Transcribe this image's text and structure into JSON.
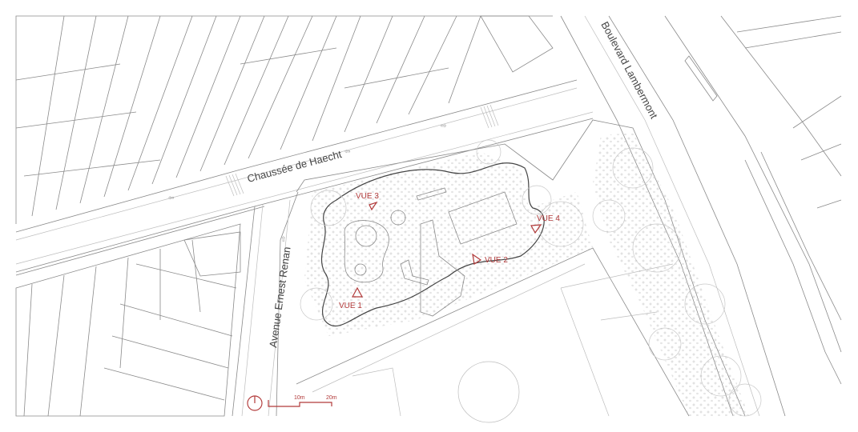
{
  "streets": {
    "chaussee": "Chaussée de Haecht",
    "avenue": "Avenue Ernest Renan",
    "boulevard": "Boulevard Lambermont"
  },
  "viewpoints": [
    {
      "label": "VUE 1"
    },
    {
      "label": "VUE 2"
    },
    {
      "label": "VUE 3"
    },
    {
      "label": "VUE 4"
    }
  ],
  "scale_bar": {
    "mark1": "10m",
    "mark2": "20m"
  },
  "colors": {
    "annotation": "#b23a3a",
    "lines": "#8a8a8a"
  }
}
